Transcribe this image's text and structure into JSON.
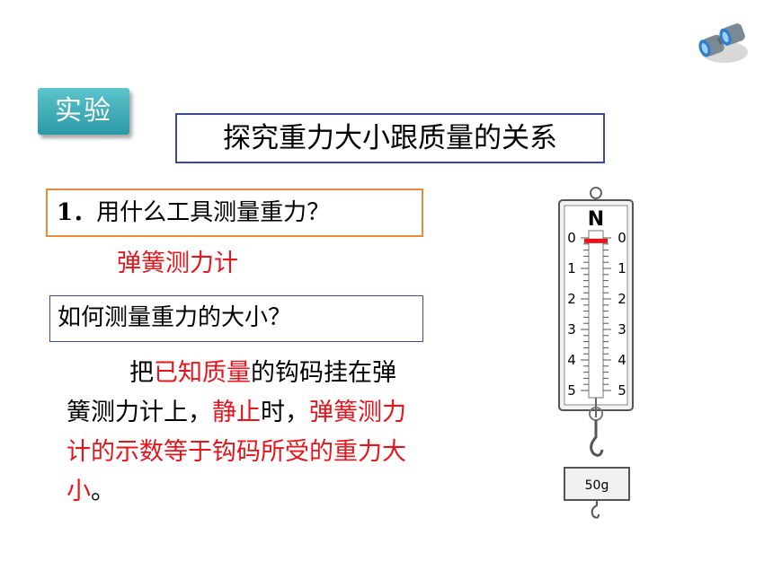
{
  "badge": {
    "label": "实验"
  },
  "title": "探究重力大小跟质量的关系",
  "question1": {
    "number": "1．",
    "text": "用什么工具测量重力？"
  },
  "answer1": "弹簧测力计",
  "question2": "如何测量重力的大小？",
  "paragraph": {
    "p1": "把",
    "p2": "已知质量",
    "p3": "的钩码挂",
    "p4": "在弹簧测力计上，",
    "p5": "静止",
    "p6": "时，",
    "p7": "弹簧测力计的示数等于钩码所受的重力大小",
    "p8": "。"
  },
  "scale": {
    "unit": "N",
    "ticks_left": [
      "0",
      "1",
      "2",
      "3",
      "4",
      "5"
    ],
    "ticks_right": [
      "0",
      "1",
      "2",
      "3",
      "4",
      "5"
    ],
    "weight_label": "50g",
    "reading": 0.1
  },
  "colors": {
    "accent_red": "#e8141c",
    "badge_teal": "#2b9aa6",
    "box_blue": "#3d4a8e",
    "box_orange": "#e68a3c"
  }
}
